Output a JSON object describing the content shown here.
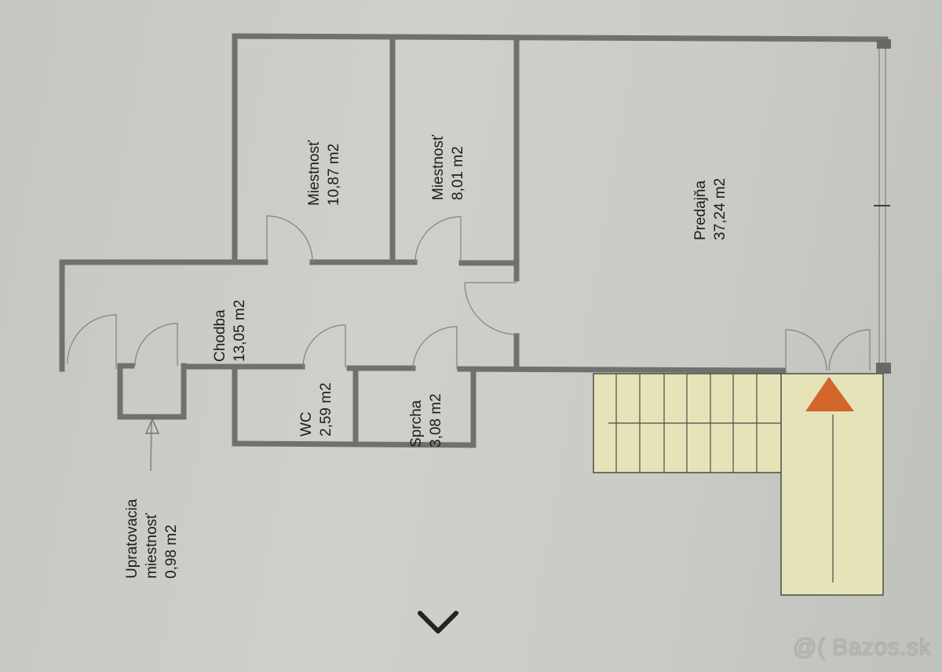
{
  "floor_plan": {
    "rooms": [
      {
        "name": "Miestnosť",
        "area": "10,87 m2"
      },
      {
        "name": "Miestnosť",
        "area": "8,01 m2"
      },
      {
        "name": "Predajňa",
        "area": "37,24 m2"
      },
      {
        "name": "Chodba",
        "area": "13,05 m2"
      },
      {
        "name": "WC",
        "area": "2,59 m2"
      },
      {
        "name": "Sprcha",
        "area": "3,08 m2"
      },
      {
        "name_line1": "Upratovacia",
        "name_line2": "miestnosť",
        "area": "0,98 m2"
      }
    ],
    "stairs_fill_color": "#e6e3b8",
    "entrance_arrow_color": "#d2652c",
    "wall_color": "#6e716e"
  },
  "navigation": {
    "chevron": "chevron-down-icon"
  },
  "watermark": {
    "text": "@( Bazos.sk"
  }
}
